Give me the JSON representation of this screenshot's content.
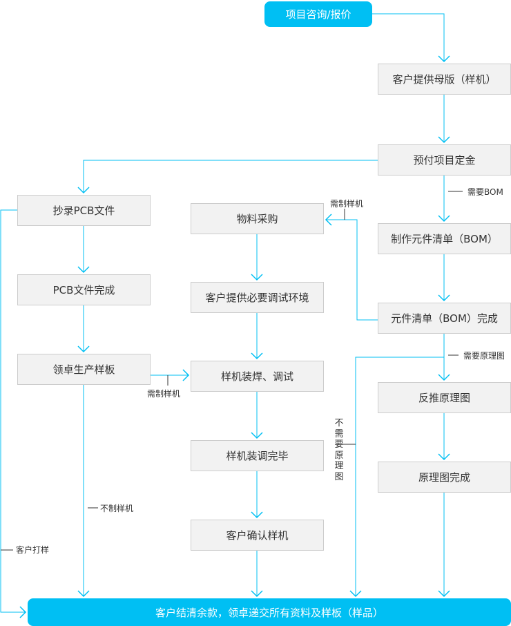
{
  "colors": {
    "line": "#00bff3",
    "box_fill": "#f2f2f2",
    "box_border": "#cccccc",
    "pill": "#00bff3",
    "tick": "#333333"
  },
  "nodes": {
    "consult": "项目咨询/报价",
    "master_board": "客户提供母版（样机）",
    "deposit": "预付项目定金",
    "copy_pcb": "抄录PCB文件",
    "pcb_done": "PCB文件完成",
    "produce_board": "领卓生产样板",
    "purchase": "物料采购",
    "debug_env": "客户提供必要调试环境",
    "assemble": "样机装焊、调试",
    "assemble_done": "样机装调完毕",
    "confirm": "客户确认样机",
    "make_bom": "制作元件清单（BOM）",
    "bom_done": "元件清单（BOM）完成",
    "reverse_schematic": "反推原理图",
    "schematic_done": "原理图完成",
    "final": "客户结清余款，领卓递交所有资料及样板（样品）"
  },
  "labels": {
    "need_bom": "需要BOM",
    "need_sample_1": "需制样机",
    "need_sample_2": "需制样机",
    "need_schematic": "需要原理图",
    "no_schematic": "不需要原理图",
    "no_sample": "不制样机",
    "customer_sample": "客户打样"
  }
}
